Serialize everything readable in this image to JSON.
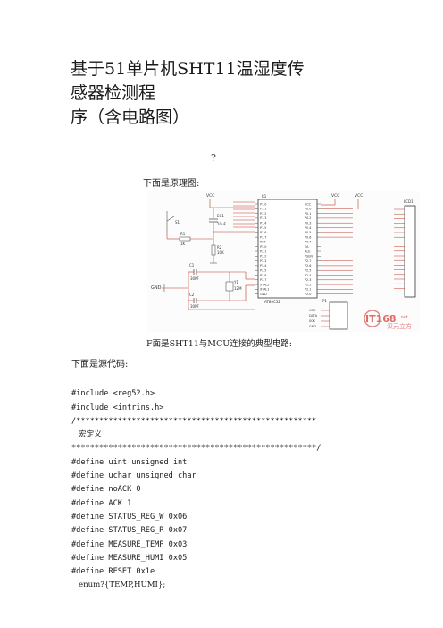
{
  "document": {
    "title_lines": [
      "基于51单片机SHT11温湿度传",
      "感器检测程",
      "序（含电路图）"
    ],
    "question_mark": "?",
    "schematic_caption": "下面是原理图:",
    "figure_caption": "F面是SHT11与MCU连接的典型电路:",
    "source_label": "下面是源代码:",
    "code_lines": [
      "#include <reg52.h>",
      "#include <intrins.h>",
      "/****************************************************",
      "宏定义",
      "*****************************************************/",
      "#define uint unsigned int",
      "#define uchar unsigned char",
      "#define noACK 0",
      "#define ACK 1",
      "#define STATUS_REG_W 0x06",
      "#define STATUS_REG_R 0x07",
      "#define MEASURE_TEMP 0x03",
      "#define MEASURE_HUMI 0x05",
      "#define RESET 0x1e",
      "enum?{TEMP,HUMI};"
    ]
  },
  "schematic": {
    "mcu_label": "AT89C52",
    "vcc": "VCC",
    "gnd": "GND",
    "mcu_left_pins": [
      "P1.0",
      "P1.1",
      "P1.2",
      "P1.3",
      "P1.4",
      "P1.5",
      "P1.6",
      "P1.7",
      "RST",
      "P3.0",
      "P3.1",
      "P3.2",
      "P3.3",
      "P3.4",
      "P3.5",
      "P3.6",
      "P3.7",
      "XTAL2",
      "XTAL1",
      "GND"
    ],
    "mcu_right_pins": [
      "VCC",
      "P0.0",
      "P0.1",
      "P0.2",
      "P0.3",
      "P0.4",
      "P0.5",
      "P0.6",
      "P0.7",
      "EA",
      "ALE",
      "PSEN",
      "P2.7",
      "P2.6",
      "P2.5",
      "P2.4",
      "P2.3",
      "P2.2",
      "P2.1",
      "P2.0"
    ],
    "components": {
      "cap_ec1": "EC1",
      "cap_ec1_value": "10uF",
      "r1": "R1",
      "r1_value": "1K",
      "r2": "R2",
      "r2_value": "10K",
      "c1": "C1",
      "c1_value": "30PF",
      "c2": "C2",
      "c2_value": "30PF",
      "crystal": "Y1",
      "crystal_value": "12M",
      "switch": "S1",
      "lcd": "LCD1",
      "sensor": "P1",
      "sensor_pins": [
        "VCC",
        "DATA",
        "SCK",
        "GND"
      ],
      "left_probe": "GND"
    },
    "watermark": {
      "brand": "IT168",
      "suffix": ".net",
      "cn": "汉元立方"
    },
    "colors": {
      "wire": "#c0392b",
      "outline": "#555555",
      "watermark": "#d9534f"
    }
  }
}
